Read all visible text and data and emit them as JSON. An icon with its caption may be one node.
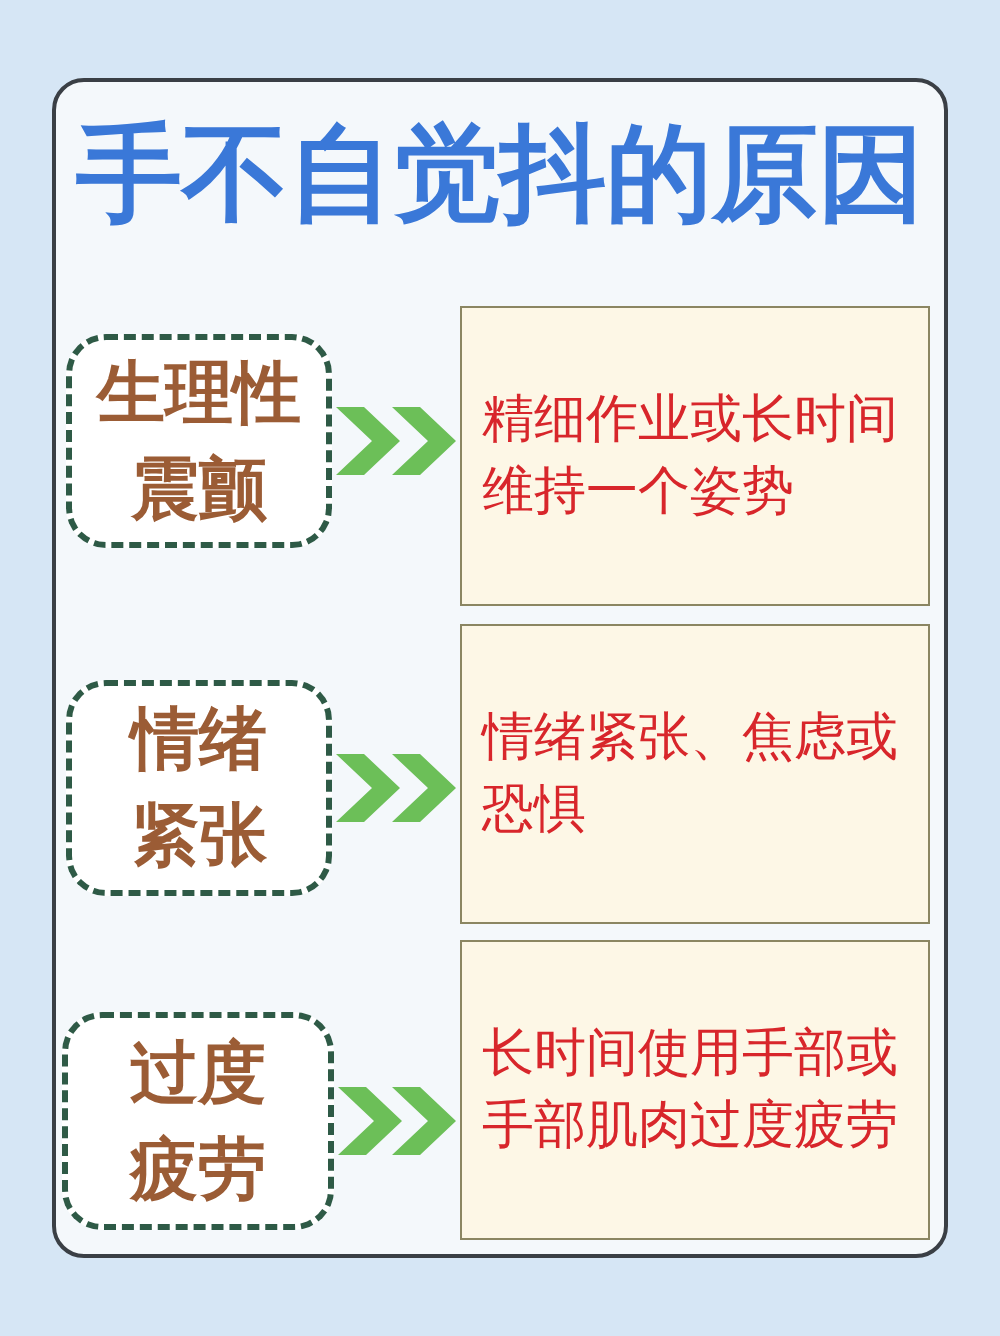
{
  "diagram": {
    "title": "手不自觉抖的原因",
    "nodes": [
      {
        "text": [
          "生理性震颤"
        ]
      },
      {
        "text": [
          "精细作业或长时间维持一个姿势"
        ]
      },
      {
        "text": [
          "情绪紧张"
        ]
      },
      {
        "text": [
          "情绪紧张、焦虑或恐惧"
        ]
      },
      {
        "text": [
          "过度疲劳"
        ]
      },
      {
        "text": [
          "长时间使用手部或手部肌肉过度疲劳"
        ]
      }
    ],
    "edges": [
      {
        "from": 0,
        "to": 1,
        "arrow": "to"
      },
      {
        "from": 2,
        "to": 3,
        "arrow": "to"
      },
      {
        "from": 4,
        "to": 5,
        "arrow": "to"
      }
    ]
  }
}
